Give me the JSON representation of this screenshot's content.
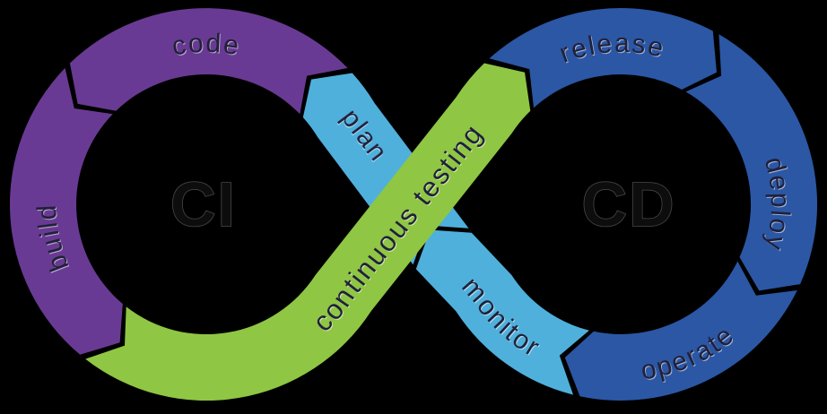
{
  "background_color": "#000000",
  "loops": {
    "ci": {
      "label": "CI"
    },
    "cd": {
      "label": "CD"
    }
  },
  "stages": {
    "code": "code",
    "build": "build",
    "plan": "plan",
    "testing": "continuous testing",
    "release": "release",
    "deploy": "deploy",
    "operate": "operate",
    "monitor": "monitor"
  },
  "colors": {
    "purple": "#693a93",
    "dark_blue": "#2b57a5",
    "light_blue": "#4fb0dc",
    "green": "#8fc644",
    "stage_text": "#20203a",
    "loop_text": "#0d0d0d"
  }
}
